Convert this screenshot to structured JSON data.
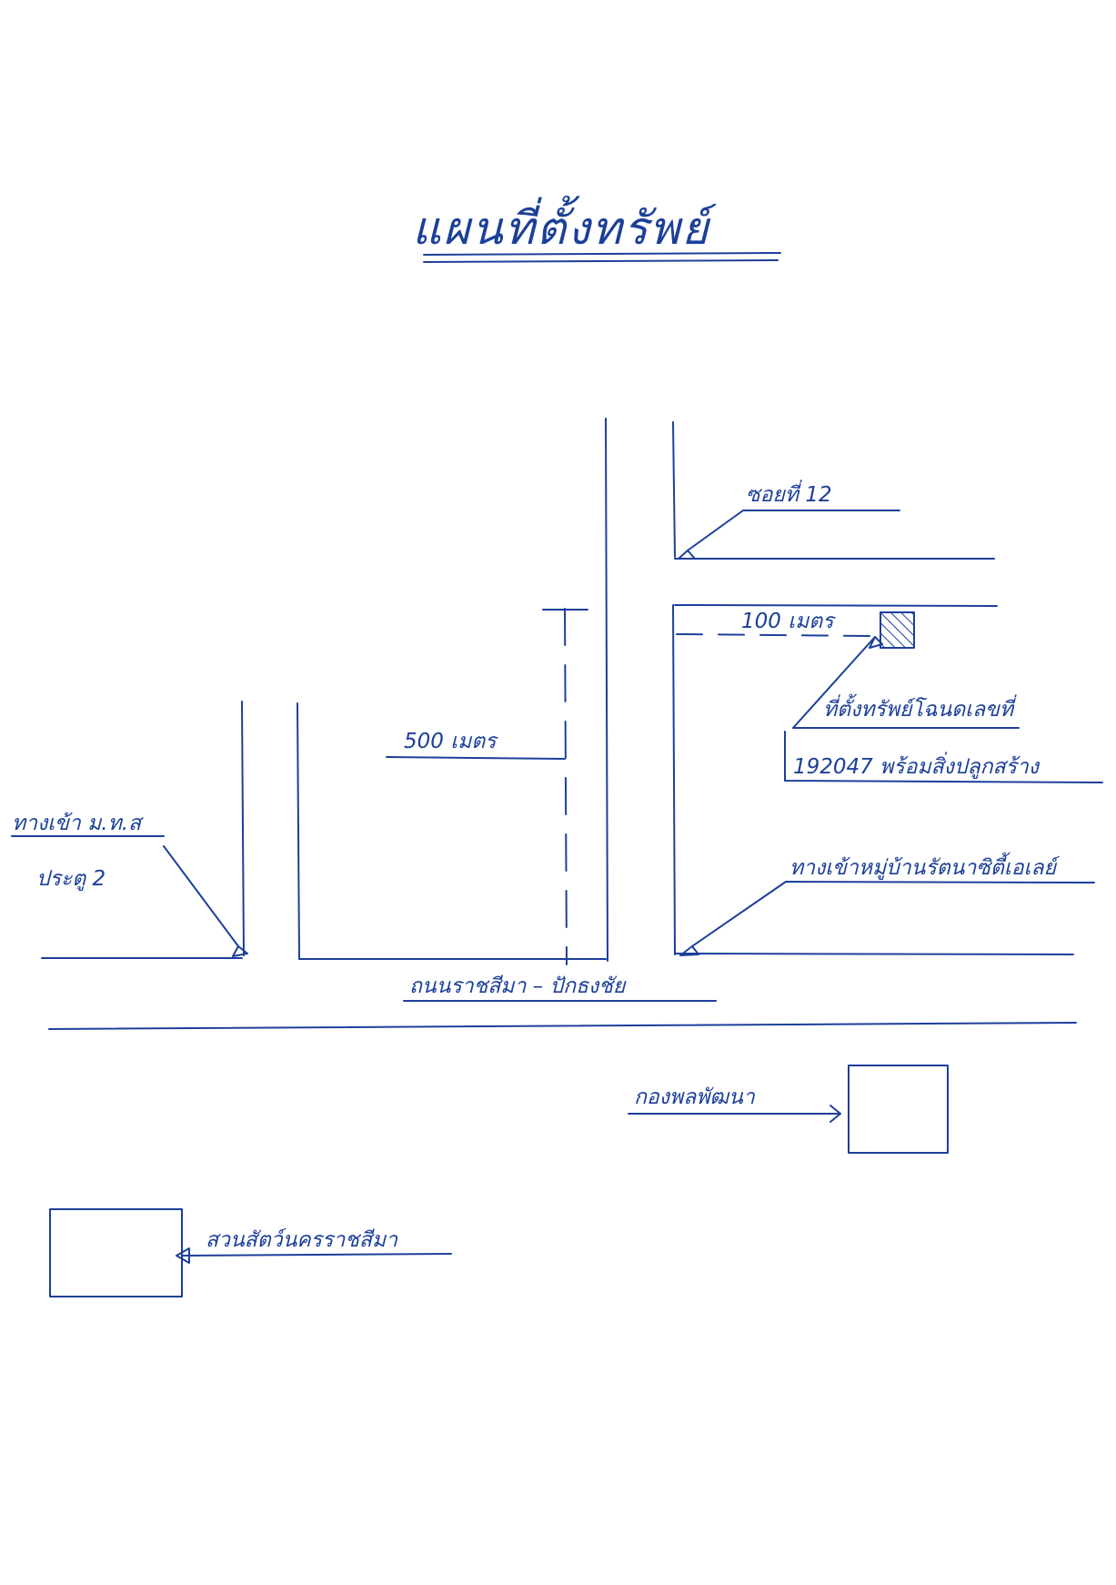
{
  "ink_color": "#1c3f9a",
  "title": "แผนที่ตั้งทรัพย์",
  "labels": {
    "soi": "ซอยที่ 12",
    "distance_100": "100 เมตร",
    "property_line1": "ที่ตั้งทรัพย์โฉนดเลขที่",
    "property_line2": "192047 พร้อมสิ่งปลูกสร้าง",
    "distance_500": "500 เมตร",
    "entrance_gate_line1": "ทางเข้า ม.ท.ส",
    "entrance_gate_line2": "ประตู 2",
    "village_entrance": "ทางเข้าหมู่บ้านรัตนาซิตี้เอเลย์",
    "main_road": "ถนนราชสีมา – ปักธงชัย",
    "army_unit": "กองพลพัฒนา",
    "zoo": "สวนสัตว์นครราชสีมา"
  }
}
